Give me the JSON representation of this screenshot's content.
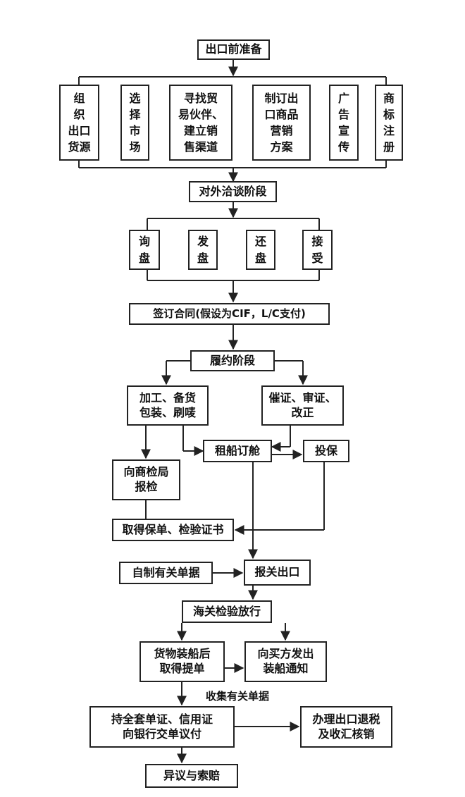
{
  "flow": {
    "prepare": "出口前准备",
    "prep_items": [
      "组\n织\n出口\n货源",
      "选\n择\n市\n场",
      "寻找贸\n易伙伴、\n建立销\n售渠道",
      "制订出\n口商品\n营销\n方案",
      "广\n告\n宣\n传",
      "商\n标\n注\n册"
    ],
    "negotiation": "对外洽谈阶段",
    "nego_items": [
      "询\n盘",
      "发\n盘",
      "还\n盘",
      "接\n受"
    ],
    "contract": "签订合同(假设为CIF，L/C支付)",
    "performance": "履约阶段",
    "processing": "加工、备货\n包装、刷唛",
    "lc": "催证、审证、\n改正",
    "shipping": "租船订舱",
    "insurance": "投保",
    "inspection": "向商检局\n报检",
    "certificates": "取得保单、检验证书",
    "self_docs": "自制有关单据",
    "declare": "报关出口",
    "customs": "海关检验放行",
    "bill": "货物装船后\n取得提单",
    "notify": "向买方发出\n装船通知",
    "collect_label": "收集有关单据",
    "bank": "持全套单证、信用证\n向银行交单议付",
    "tax": "办理出口退税\n及收汇核销",
    "claim": "异议与索赔"
  }
}
